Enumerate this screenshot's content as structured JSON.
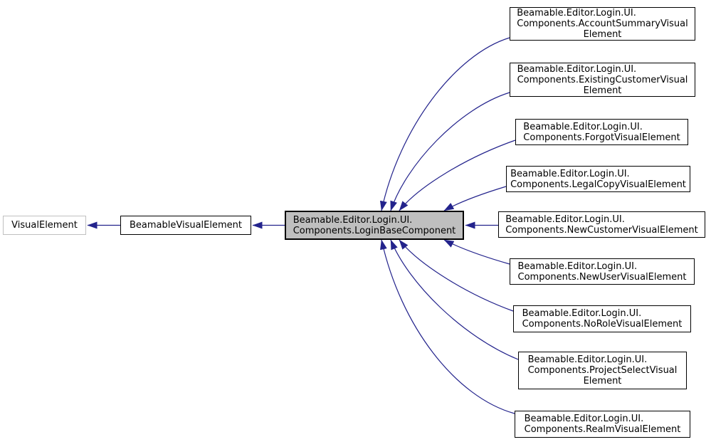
{
  "diagram": {
    "nodes": {
      "visualElement": {
        "lines": [
          "VisualElement"
        ]
      },
      "beamableVisualElement": {
        "lines": [
          "BeamableVisualElement"
        ]
      },
      "loginBaseComponent": {
        "lines": [
          "Beamable.Editor.Login.UI.",
          "Components.LoginBaseComponent"
        ]
      },
      "accountSummary": {
        "lines": [
          "Beamable.Editor.Login.UI.",
          "Components.AccountSummaryVisual",
          "Element"
        ]
      },
      "existingCustomer": {
        "lines": [
          "Beamable.Editor.Login.UI.",
          "Components.ExistingCustomerVisual",
          "Element"
        ]
      },
      "forgot": {
        "lines": [
          "Beamable.Editor.Login.UI.",
          "Components.ForgotVisualElement"
        ]
      },
      "legalCopy": {
        "lines": [
          "Beamable.Editor.Login.UI.",
          "Components.LegalCopyVisualElement"
        ]
      },
      "newCustomer": {
        "lines": [
          "Beamable.Editor.Login.UI.",
          "Components.NewCustomerVisualElement"
        ]
      },
      "newUser": {
        "lines": [
          "Beamable.Editor.Login.UI.",
          "Components.NewUserVisualElement"
        ]
      },
      "noRole": {
        "lines": [
          "Beamable.Editor.Login.UI.",
          "Components.NoRoleVisualElement"
        ]
      },
      "projectSelect": {
        "lines": [
          "Beamable.Editor.Login.UI.",
          "Components.ProjectSelectVisual",
          "Element"
        ]
      },
      "realm": {
        "lines": [
          "Beamable.Editor.Login.UI.",
          "Components.RealmVisualElement"
        ]
      }
    },
    "edges": [
      {
        "from": "beamableVisualElement",
        "to": "visualElement"
      },
      {
        "from": "loginBaseComponent",
        "to": "beamableVisualElement"
      },
      {
        "from": "accountSummary",
        "to": "loginBaseComponent"
      },
      {
        "from": "existingCustomer",
        "to": "loginBaseComponent"
      },
      {
        "from": "forgot",
        "to": "loginBaseComponent"
      },
      {
        "from": "legalCopy",
        "to": "loginBaseComponent"
      },
      {
        "from": "newCustomer",
        "to": "loginBaseComponent"
      },
      {
        "from": "newUser",
        "to": "loginBaseComponent"
      },
      {
        "from": "noRole",
        "to": "loginBaseComponent"
      },
      {
        "from": "projectSelect",
        "to": "loginBaseComponent"
      },
      {
        "from": "realm",
        "to": "loginBaseComponent"
      }
    ],
    "colors": {
      "edge": "#23238c",
      "border": "#000000",
      "externalBorder": "#c0c0c0",
      "highlightFill": "#bfbfbf",
      "background": "#ffffff"
    }
  }
}
